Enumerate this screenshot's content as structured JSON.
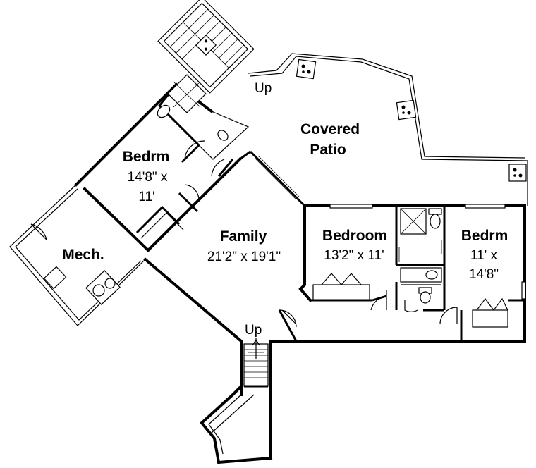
{
  "rooms": {
    "covered_patio": {
      "line1": "Covered",
      "line2": "Patio"
    },
    "bedrm_left": {
      "name": "Bedrm",
      "dim1": "14'8\" x",
      "dim2": "11'"
    },
    "mech": {
      "name": "Mech."
    },
    "family": {
      "name": "Family",
      "dim": "21'2\" x 19'1\""
    },
    "bedroom_mid": {
      "name": "Bedroom",
      "dim": "13'2\" x 11'"
    },
    "bedrm_right": {
      "name": "Bedrm",
      "dim1": "11' x",
      "dim2": "14'8\""
    }
  },
  "stairs": {
    "top_label": "Up",
    "bottom_label": "Up"
  }
}
